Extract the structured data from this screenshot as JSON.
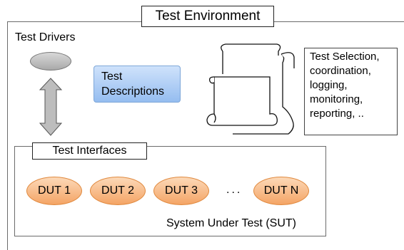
{
  "title": "Test Environment",
  "test_drivers_label": "Test Drivers",
  "test_descriptions": {
    "line1": "Test",
    "line2": "Descriptions"
  },
  "test_selection": [
    "Test Selection,",
    "coordination,",
    "logging,",
    "monitoring,",
    "reporting, .."
  ],
  "test_interfaces": "Test Interfaces",
  "duts": [
    "DUT 1",
    "DUT 2",
    "DUT 3",
    "DUT N"
  ],
  "ellipsis": "...",
  "sut_label": "System Under Test (SUT)",
  "colors": {
    "dut_fill": "#f4a465",
    "desc_fill": "#95bdf0",
    "frame": "#6b6b6b"
  }
}
